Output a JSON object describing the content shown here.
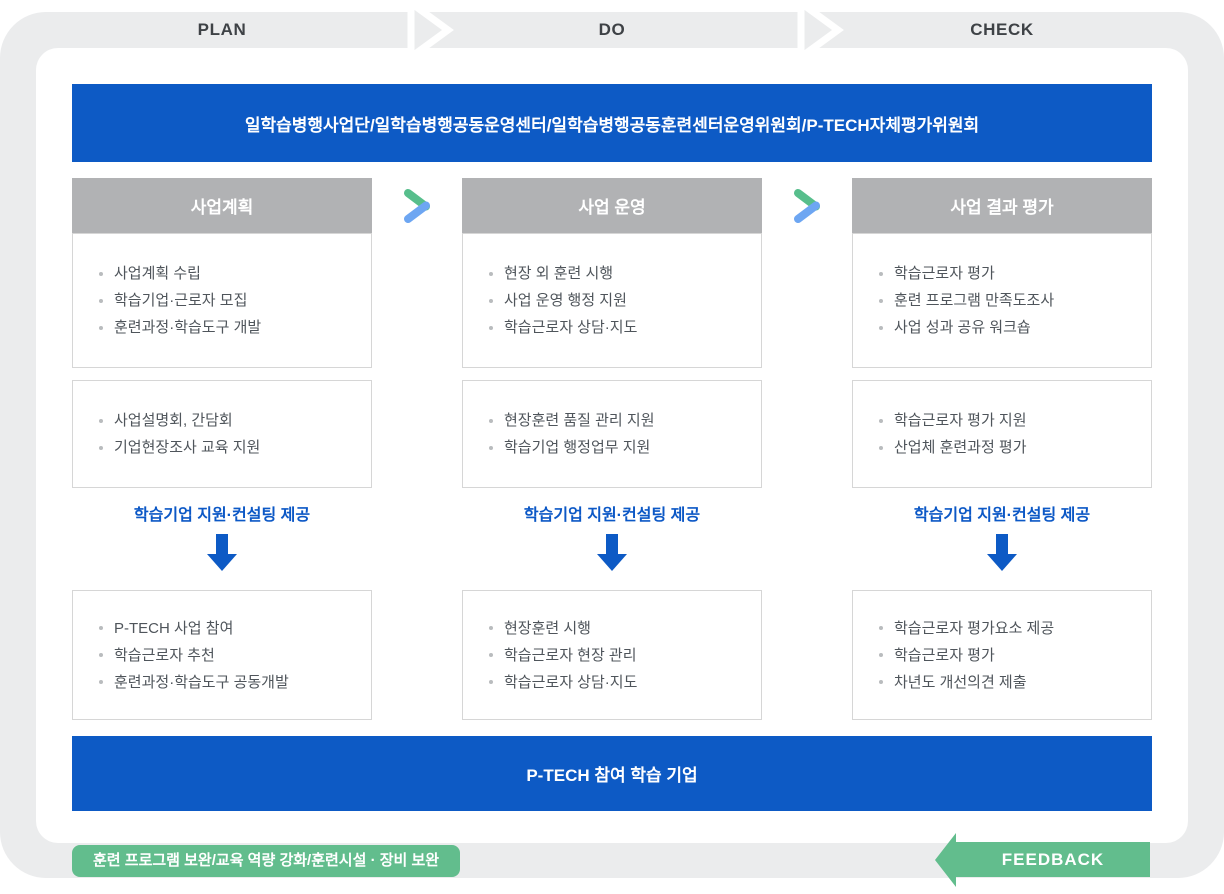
{
  "phases": [
    {
      "label": "PLAN"
    },
    {
      "label": "DO"
    },
    {
      "label": "CHECK"
    }
  ],
  "top_banner": "일학습병행사업단/일학습병행공동운영센터/일학습병행공동훈련센터운영위원회/P-TECH자체평가위원회",
  "columns": [
    {
      "header": "사업계획",
      "box1": [
        "사업계획 수립",
        "학습기업·근로자 모집",
        "훈련과정·학습도구 개발"
      ],
      "box2": [
        "사업설명회, 간담회",
        "기업현장조사 교육 지원"
      ],
      "support_label": "학습기업 지원·컨설팅 제공",
      "box3": [
        "P-TECH 사업 참여",
        "학습근로자 추천",
        "훈련과정·학습도구 공동개발"
      ]
    },
    {
      "header": "사업 운영",
      "box1": [
        "현장 외 훈련 시행",
        "사업 운영 행정 지원",
        "학습근로자 상담·지도"
      ],
      "box2": [
        "현장훈련 품질 관리 지원",
        "학습기업 행정업무 지원"
      ],
      "support_label": "학습기업 지원·컨설팅 제공",
      "box3": [
        "현장훈련 시행",
        "학습근로자 현장 관리",
        "학습근로자 상담·지도"
      ]
    },
    {
      "header": "사업 결과 평가",
      "box1": [
        "학습근로자 평가",
        "훈련 프로그램 만족도조사",
        "사업 성과 공유 워크숍"
      ],
      "box2": [
        "학습근로자 평가 지원",
        "산업체 훈련과정 평가"
      ],
      "support_label": "학습기업 지원·컨설팅 제공",
      "box3": [
        "학습근로자 평가요소 제공",
        "학습근로자 평가",
        "차년도 개선의견 제출"
      ]
    }
  ],
  "bottom_banner": "P-TECH 참여 학습 기업",
  "footer": {
    "improvement_label": "훈련 프로그램 보완/교육 역량 강화/훈련시설 · 장비 보완",
    "feedback_label": "FEEDBACK"
  },
  "colors": {
    "primary_blue": "#0d5ac5",
    "header_gray": "#b1b2b4",
    "frame_gray": "#ebeced",
    "green": "#62bd8d",
    "chevron_green": "#57be8c",
    "chevron_blue": "#6da6f2",
    "list_text": "#4f555b",
    "box_border": "#d6d6d6"
  }
}
